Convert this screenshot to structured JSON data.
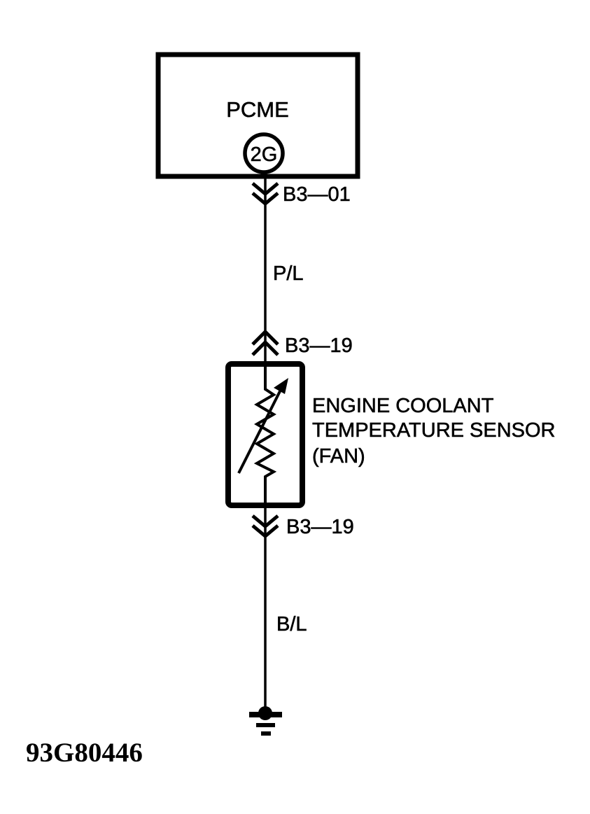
{
  "figure": {
    "id": "93G80446",
    "background_color": "#ffffff",
    "ink_color": "#000000"
  },
  "pcme": {
    "label": "PCME",
    "pin_label": "2G"
  },
  "connectors": {
    "pcme_connector": "B3—01",
    "sensor_top_connector": "B3—19",
    "sensor_bottom_connector": "B3—19"
  },
  "wires": {
    "upper_color_code": "P/L",
    "lower_color_code": "B/L"
  },
  "sensor": {
    "name_line1": "ENGINE COOLANT",
    "name_line2": "TEMPERATURE SENSOR",
    "name_line3": "(FAN)"
  },
  "icons": {
    "thermistor": "variable-resistor-with-arrow-icon",
    "ground": "earth-ground-icon",
    "connector_in": "double-chevron-down-icon",
    "connector_out": "double-chevron-up-icon"
  }
}
